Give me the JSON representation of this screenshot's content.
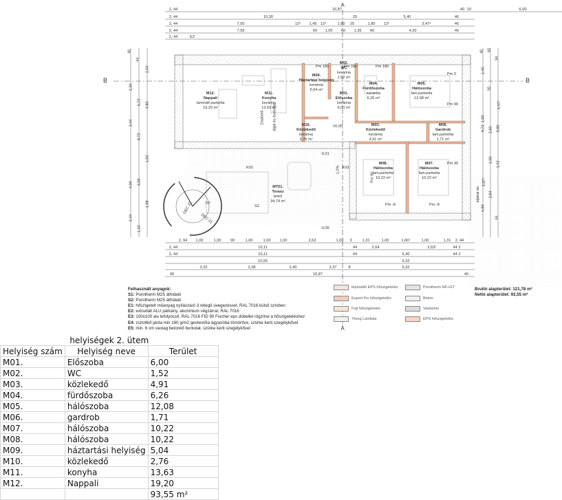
{
  "plan": {
    "top_dims": {
      "row1": [
        "2, 44",
        "16,87",
        "40",
        "10",
        "6,00"
      ],
      "row2": [
        "2, 44",
        "10,30",
        "25",
        "5,40",
        "46"
      ],
      "row3": [
        "2, 44",
        "7,00",
        "12⁵",
        "1,45",
        "12⁵",
        "1,60",
        "25",
        "1,80",
        "12⁵",
        "3,47⁵",
        "46"
      ],
      "row4": [
        "2, 44",
        "7,55",
        "60",
        "1,05",
        "60",
        "1,35",
        "60",
        "4,20",
        "46"
      ],
      "row5": [
        "2, 44"
      ]
    },
    "bottom_dims": {
      "row1": [
        "2, 94",
        "1,00",
        "1,00",
        "90",
        "1,00",
        "1,00",
        "1,00",
        "2,62",
        "1,00",
        "9",
        "1,31",
        "1,00",
        "1,66⁵",
        "1,00",
        "1,31",
        "2, 44"
      ],
      "row2": [
        "2, 44",
        "10,11",
        "44",
        "2,64",
        "2,63⁵",
        "44 2"
      ],
      "row3": [
        "2, 44",
        "10,11",
        "44",
        "5,40",
        "44 2"
      ],
      "row4": [
        "10,55",
        "6,32"
      ],
      "row5": [
        "3,32",
        "2,38",
        "2,40",
        "2,37",
        "8",
        "6,32"
      ],
      "row6": [
        "40",
        "16,87",
        "40"
      ]
    },
    "left_dims": [
      "40",
      "44",
      "1,04",
      "1,20",
      "5,72",
      "4,80",
      "3,44",
      "9,72",
      "1,02",
      "4,00",
      "3,56",
      "1,98",
      "2,44",
      "1,10"
    ],
    "right_dims": [
      "40",
      "60",
      "94",
      "1,40",
      "50",
      "3,47⁵",
      "1,00",
      "2,60",
      "8,80",
      "9,72",
      "1,00",
      "1,42",
      "3,87⁵",
      "2,64",
      "44",
      "4,89"
    ],
    "section_markers": [
      "A",
      "A",
      "B",
      "B"
    ],
    "rooms": [
      {
        "code": "M12.",
        "name": "Nappali",
        "floor": "laminált parketta",
        "area": "19,20 m²"
      },
      {
        "code": "M11.",
        "name": "Konyha",
        "floor": "kerámia",
        "area": "13,63 m²"
      },
      {
        "code": "M09.",
        "name": "Háztartási helyiség",
        "floor": "kerámia",
        "area": "5,04 m²"
      },
      {
        "code": "M02.",
        "name": "WC",
        "floor": "kerámia",
        "area": "1,52 m²"
      },
      {
        "code": "M01.",
        "name": "Előszoba",
        "floor": "kerámia",
        "area": "6,00 m²"
      },
      {
        "code": "M04.",
        "name": "Fürdőszoba",
        "floor": "kerámia",
        "area": "6,26 m²"
      },
      {
        "code": "M05.",
        "name": "Hálószoba",
        "floor": "lam.parketta",
        "area": "12,08 m²"
      },
      {
        "code": "M10.",
        "name": "Közlekedő",
        "floor": "kerámia",
        "area": "2,76 m²"
      },
      {
        "code": "M03.",
        "name": "Közlekedő",
        "floor": "kerámia",
        "area": "4,91 m²"
      },
      {
        "code": "M06.",
        "name": "Gardrob",
        "floor": "lam.parketta",
        "area": "1,71 m²"
      },
      {
        "code": "M08.",
        "name": "Hálószoba",
        "floor": "lam.parketta",
        "area": "10,22 m²"
      },
      {
        "code": "M07.",
        "name": "Hálószoba",
        "floor": "lam.parketta",
        "area": "10,22 m²"
      },
      {
        "code": "MT01.",
        "name": "Terasz",
        "floor": "térkő",
        "area": "34,74 m²"
      }
    ],
    "annotations": {
      "dadoboard": "Dadóelő",
      "dadoboard2": "áljjal és burkolat",
      "pm180_a": "Pm 180",
      "pm180_b": "Pm 180",
      "pm180_c": "Pm 180",
      "pm90_a": "Pm 90",
      "pm90_b": "Pm 90",
      "pm90_c": "Pm 90",
      "pm8_a": "Pm -8",
      "pm8_b": "Pm -8",
      "pm0": "Pm 0",
      "level0": "±0,00",
      "level_m001": "-0,01",
      "level_m005": "-0,05",
      "slope": "1,0%",
      "k02": "K02",
      "k01": "K01",
      "s2": "S2",
      "e3": "E3",
      "side_label": "aljakat ás",
      "angle": "70°",
      "compass_a": "DEC 22",
      "compass_b": "DEC 21"
    }
  },
  "legend": {
    "title": "Felhasznált anyagok:",
    "items": [
      {
        "code": "S1:",
        "text": "Porotherm M25 áthidaló"
      },
      {
        "code": "S2:",
        "text": "Porotherm M25 áthidaló"
      },
      {
        "code": "E1:",
        "text": "hőszigetelt műanyag nyílászáró 3 rétegű üvegezéssel, RAL 7016 külső színben"
      },
      {
        "code": "E2:",
        "text": "extrudált ALU párkány, alumínium végzárral, RAL 7016"
      },
      {
        "code": "E3:",
        "text": "100x100 alu lefolyócső, RAL 7016 FID 90 Fischer eps dübellel rögzítve a hőszigeteléshez"
      },
      {
        "code": "E4:",
        "text": "zúzottkő járda min 160 g/m2 geotextília ágyazóba tömörítve, szürke kerti szegélykővel"
      },
      {
        "code": "E5:",
        "text": "min. 6 cm vastag betonkő burkolat, szürke kerti szegélykővel"
      }
    ]
  },
  "materials": [
    {
      "label": "lépésálló EPS hőszigetelés",
      "color": "#f2e4df"
    },
    {
      "label": "Porotherm NF+GT",
      "color": "#e3e3e3"
    },
    {
      "label": "Expert Fix hőszigetelés",
      "color": "#f1cdbe"
    },
    {
      "label": "Beton",
      "color": "#efefef"
    },
    {
      "label": "Fújt hőszigetelés",
      "color": "#f5e6d8"
    },
    {
      "label": "Vasbeton",
      "color": "#dcdcdc"
    },
    {
      "label": "Ytong Lambda",
      "color": "#f0f0f0"
    },
    {
      "label": "EPS hőszigetelés",
      "color": "#f6d4c4"
    }
  ],
  "area_summary": {
    "gross": "Bruttó alapterület: 121,78  m²",
    "net": "Nettó alapterület: 93,55 m²"
  },
  "table": {
    "caption": "helyiségek 2. ütem",
    "headers": [
      "Helyiség szám",
      "Helyiség neve",
      "Terület"
    ],
    "rows": [
      [
        "M01.",
        "Előszoba",
        "6,00"
      ],
      [
        "M02.",
        "WC",
        "1,52"
      ],
      [
        "M03.",
        "közlekedő",
        "4,91"
      ],
      [
        "M04.",
        "fürdőszoba",
        "6,26"
      ],
      [
        "M05.",
        "hálószoba",
        "12,08"
      ],
      [
        "M06.",
        "gardrob",
        "1,71"
      ],
      [
        "M07.",
        "hálószoba",
        "10,22"
      ],
      [
        "M08.",
        "hálószoba",
        "10,22"
      ],
      [
        "M09.",
        "háztartási helyiség",
        "5,04"
      ],
      [
        "M10.",
        "közlekedő",
        "2,76"
      ],
      [
        "M11.",
        "konyha",
        "13,63"
      ],
      [
        "M12.",
        "Nappali",
        "19,20"
      ]
    ],
    "total": "93,55 m²"
  }
}
